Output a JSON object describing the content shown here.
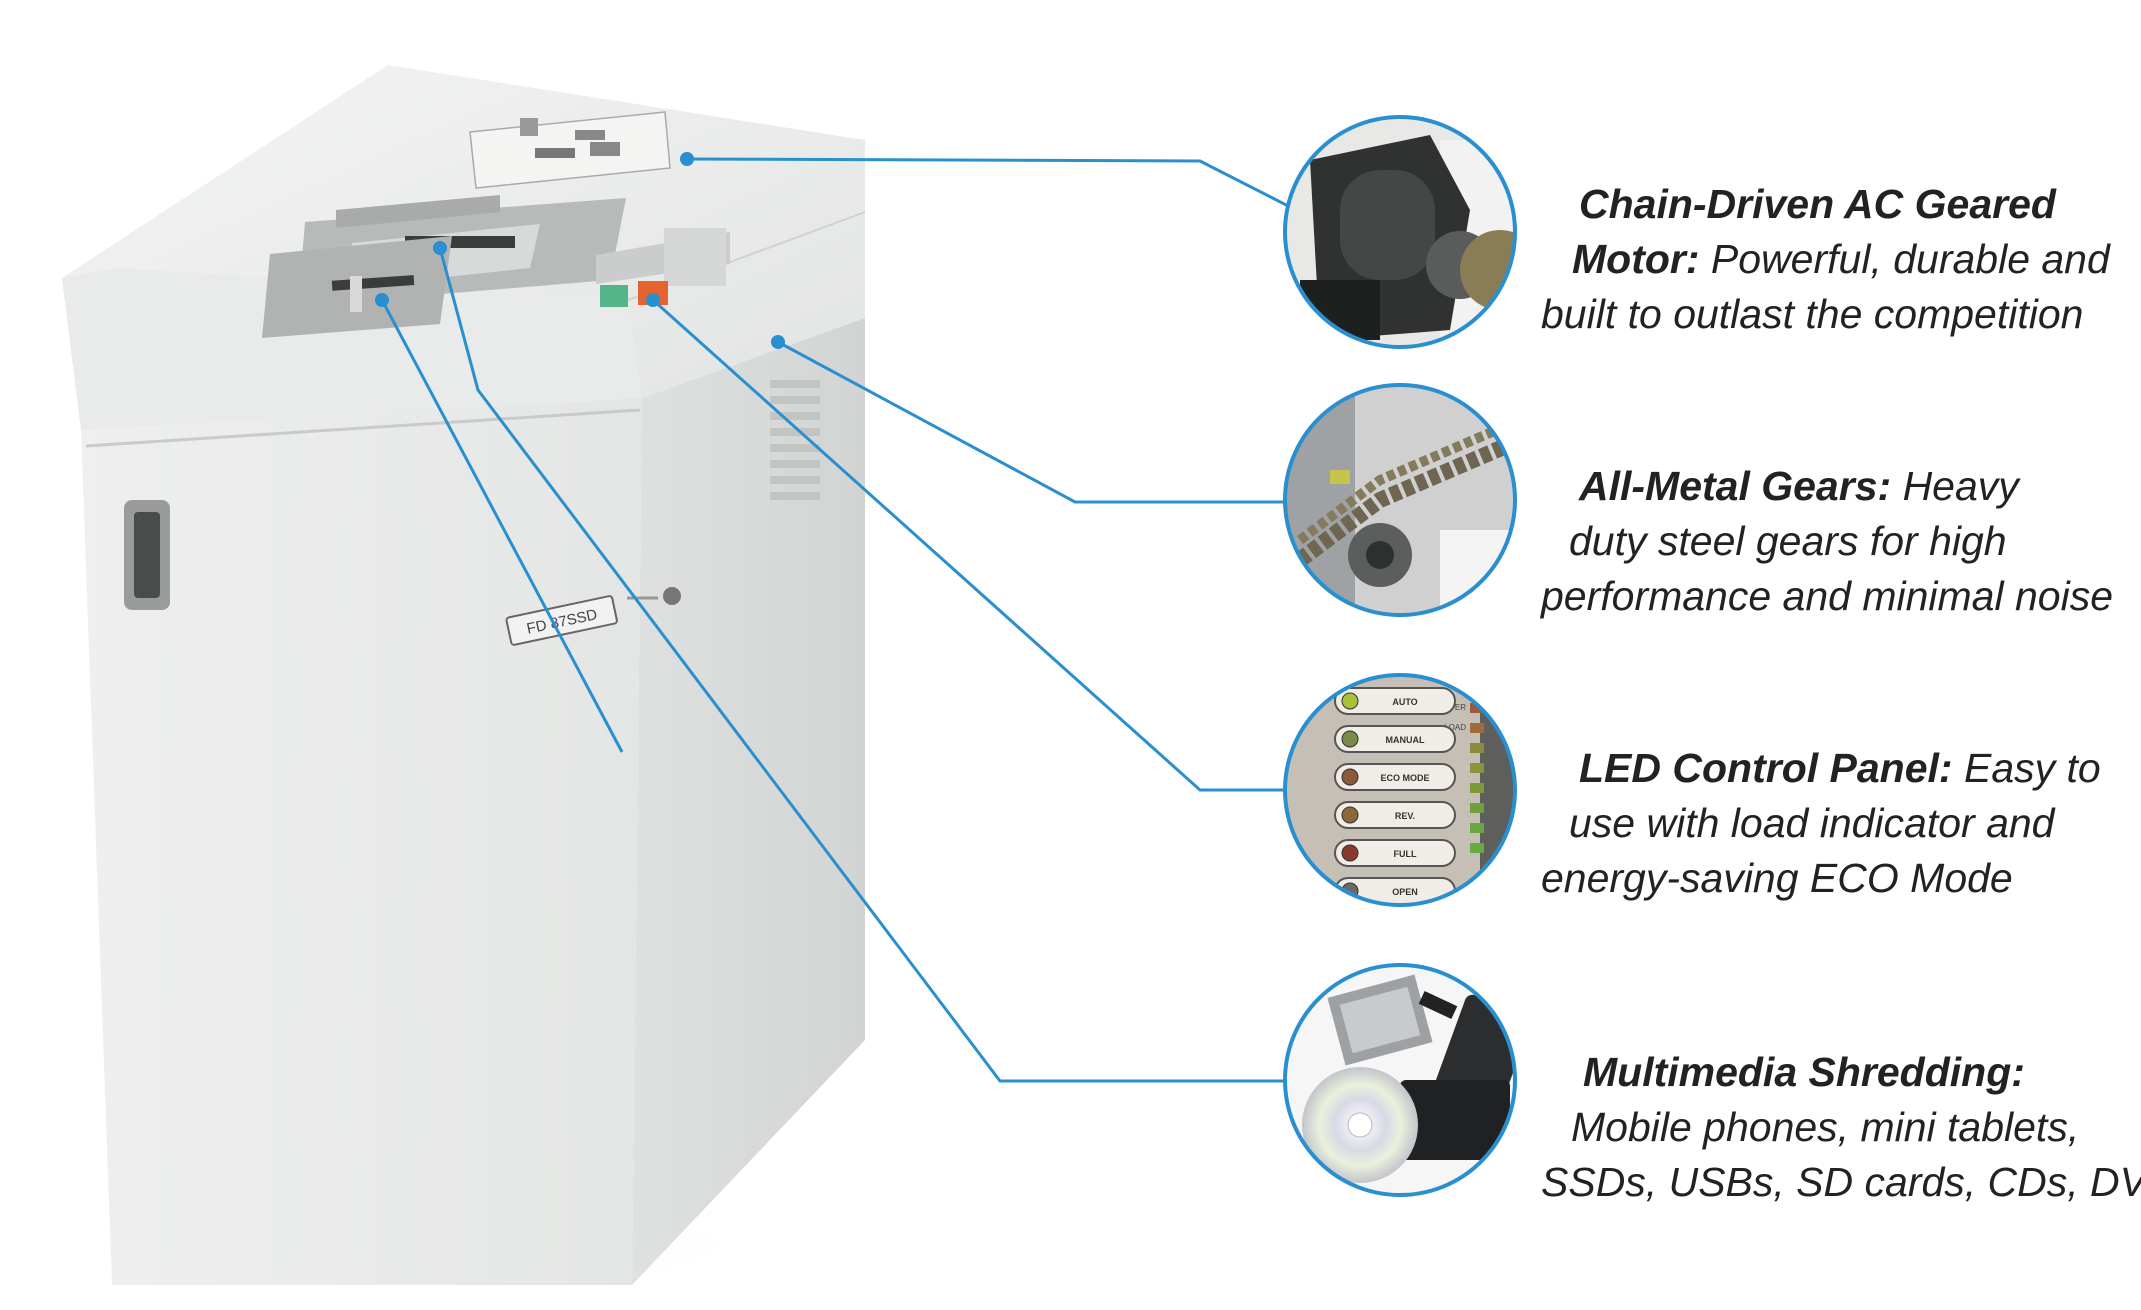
{
  "colors": {
    "accent": "#2a8fcf",
    "cabinet": "#e7e8e7",
    "text": "#222222"
  },
  "machine": {
    "model_label": "FD 87SSD"
  },
  "panel": {
    "title": "INDICATOR",
    "levels": [
      "OVER",
      "LOAD"
    ],
    "buttons": [
      "AUTO",
      "MANUAL",
      "ECO MODE",
      "REV.",
      "FULL",
      "OPEN"
    ]
  },
  "features": [
    {
      "title": "Chain-Driven AC Geared",
      "title2": "Motor:",
      "rest": "Powerful, durable and",
      "line3": "built to outlast the competition"
    },
    {
      "title": "All-Metal Gears:",
      "rest": "Heavy",
      "line2": "duty steel gears for high",
      "line3": "performance and minimal noise"
    },
    {
      "title": "LED Control Panel:",
      "rest": "Easy to",
      "line2": "use with load indicator and",
      "line3": "energy-saving ECO Mode"
    },
    {
      "title": "Multimedia Shredding:",
      "line2": "Mobile phones, mini tablets,",
      "line3": "SSDs, USBs, SD cards, CDs, DVDs"
    }
  ]
}
